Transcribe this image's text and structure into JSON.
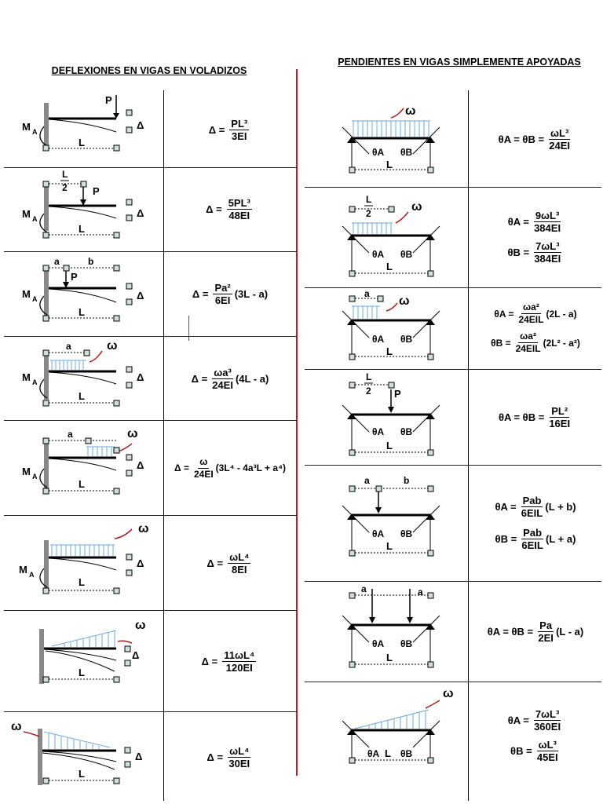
{
  "left_title": "DEFLEXIONES  EN VIGAS EN VOLADIZOS",
  "right_title": "PENDIENTES  EN VIGAS SIMPLEMENTE APOYADAS",
  "cantilever_rows": [
    {
      "labels": {
        "load": "P",
        "moment": "M",
        "moment_sub": "A",
        "delta": "Δ",
        "length": "L"
      },
      "formula": {
        "lhs": "Δ =",
        "num": "PL³",
        "den": "3EI",
        "tail": ""
      }
    },
    {
      "labels": {
        "load": "P",
        "half_num": "L",
        "half_den": "2",
        "moment": "M",
        "moment_sub": "A",
        "delta": "Δ",
        "length": "L"
      },
      "formula": {
        "lhs": "Δ =",
        "num": "5PL³",
        "den": "48EI",
        "tail": ""
      }
    },
    {
      "labels": {
        "load": "P",
        "a": "a",
        "b": "b",
        "moment": "M",
        "moment_sub": "A",
        "delta": "Δ",
        "length": "L"
      },
      "formula": {
        "lhs": "Δ =",
        "num": "Pa²",
        "den": "6EI",
        "tail": "(3L - a)"
      }
    },
    {
      "labels": {
        "load": "ω",
        "a": "a",
        "moment": "M",
        "moment_sub": "A",
        "delta": "Δ",
        "length": "L"
      },
      "formula": {
        "lhs": "Δ =",
        "num": "ωa³",
        "den": "24EI",
        "tail": "(4L - a)"
      }
    },
    {
      "labels": {
        "load": "ω",
        "a": "a",
        "moment": "M",
        "moment_sub": "A",
        "delta": "Δ",
        "length": "L"
      },
      "formula": {
        "lhs": "Δ =",
        "num": "ω",
        "den": "24EI",
        "tail": "(3L⁴ - 4a³L + a⁴)"
      }
    },
    {
      "labels": {
        "load": "ω",
        "moment": "M",
        "moment_sub": "A",
        "delta": "Δ",
        "length": "L"
      },
      "formula": {
        "lhs": "Δ =",
        "num": "ωL⁴",
        "den": "8EI",
        "tail": ""
      }
    },
    {
      "labels": {
        "load": "ω",
        "delta": "Δ",
        "length": "L"
      },
      "formula": {
        "lhs": "Δ =",
        "num": "11ωL⁴",
        "den": "120EI",
        "tail": ""
      }
    },
    {
      "labels": {
        "load": "ω",
        "delta": "Δ",
        "length": "L"
      },
      "formula": {
        "lhs": "Δ =",
        "num": "ωL⁴",
        "den": "30EI",
        "tail": ""
      }
    }
  ],
  "simple_rows": [
    {
      "labels": {
        "load": "ω",
        "theta_a": "θA",
        "theta_b": "θB",
        "length": "L"
      },
      "formulas": [
        {
          "lhs": "θA = θB =",
          "num": "ωL³",
          "den": "24EI",
          "tail": ""
        }
      ]
    },
    {
      "labels": {
        "load": "ω",
        "half_num": "L",
        "half_den": "2",
        "theta_a": "θA",
        "theta_b": "θB",
        "length": "L"
      },
      "formulas": [
        {
          "lhs": "θA =",
          "num": "9ωL³",
          "den": "384EI",
          "tail": ""
        },
        {
          "lhs": "θB =",
          "num": "7ωL³",
          "den": "384EI",
          "tail": ""
        }
      ]
    },
    {
      "labels": {
        "load": "ω",
        "a": "a",
        "theta_a": "θA",
        "theta_b": "θB",
        "length": "L"
      },
      "formulas": [
        {
          "lhs": "θA =",
          "num": "ωa²",
          "den": "24EIL",
          "tail": "(2L - a)"
        },
        {
          "lhs": "θB =",
          "num": "ωa²",
          "den": "24EIL",
          "tail": "(2L² - a²)"
        }
      ]
    },
    {
      "labels": {
        "load": "P",
        "half_num": "L",
        "half_den": "2",
        "theta_a": "θA",
        "theta_b": "θB",
        "length": "L"
      },
      "formulas": [
        {
          "lhs": "θA = θB =",
          "num": "PL²",
          "den": "16EI",
          "tail": ""
        }
      ]
    },
    {
      "labels": {
        "a": "a",
        "b": "b",
        "theta_a": "θA",
        "theta_b": "θB",
        "length": "L"
      },
      "formulas": [
        {
          "lhs": "θA =",
          "num": "Pab",
          "den": "6EIL",
          "tail": "(L + b)"
        },
        {
          "lhs": "θB =",
          "num": "Pab",
          "den": "6EIL",
          "tail": "(L + a)"
        }
      ]
    },
    {
      "labels": {
        "a": "a",
        "a2": "a",
        "theta_a": "θA",
        "theta_b": "θB",
        "length": "L"
      },
      "formulas": [
        {
          "lhs": "θA = θB =",
          "num": "Pa",
          "den": "2EI",
          "tail": "(L - a)"
        }
      ]
    },
    {
      "labels": {
        "load": "ω",
        "theta_a": "θA",
        "theta_b": "θB",
        "length": "L"
      },
      "formulas": [
        {
          "lhs": "θA =",
          "num": "7ωL³",
          "den": "360EI",
          "tail": ""
        },
        {
          "lhs": "θB =",
          "num": "ωL³",
          "den": "45EI",
          "tail": ""
        }
      ]
    }
  ],
  "colors": {
    "load_lines": "#6fa8dc",
    "arrow_red": "#a52a2a",
    "divider_red": "#b22222",
    "node_fill": "#cfe0d6"
  }
}
